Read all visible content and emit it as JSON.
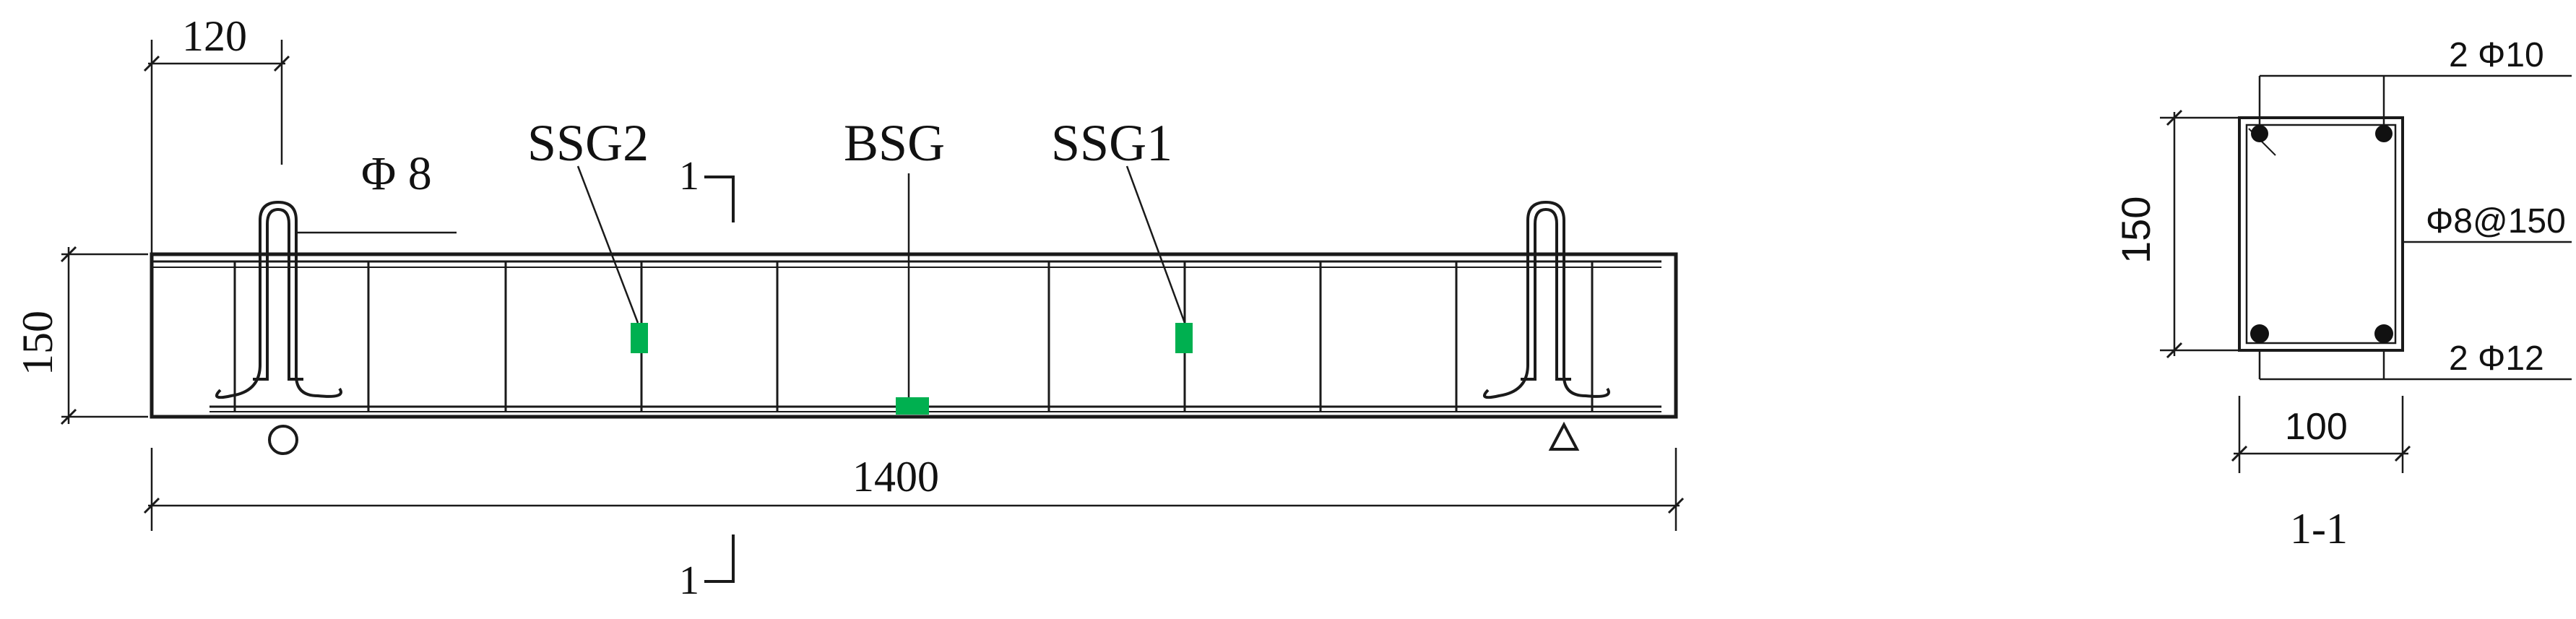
{
  "elevation": {
    "dim_hook_width": "120",
    "stirrup_label": "Φ 8",
    "dim_height": "150",
    "dim_length": "1400",
    "section_mark_top": "1",
    "section_mark_bottom": "1",
    "gauges": {
      "ssg2": "SSG2",
      "bsg": "BSG",
      "ssg1": "SSG1"
    }
  },
  "section": {
    "top_bars": "2 Φ10",
    "stirrups": "Φ8@150",
    "bottom_bars": "2 Φ12",
    "dim_height": "150",
    "dim_width": "100",
    "title": "1-1"
  },
  "colors": {
    "line": "#1a1a1a",
    "gauge": "#00b050",
    "bar": "#111111"
  }
}
